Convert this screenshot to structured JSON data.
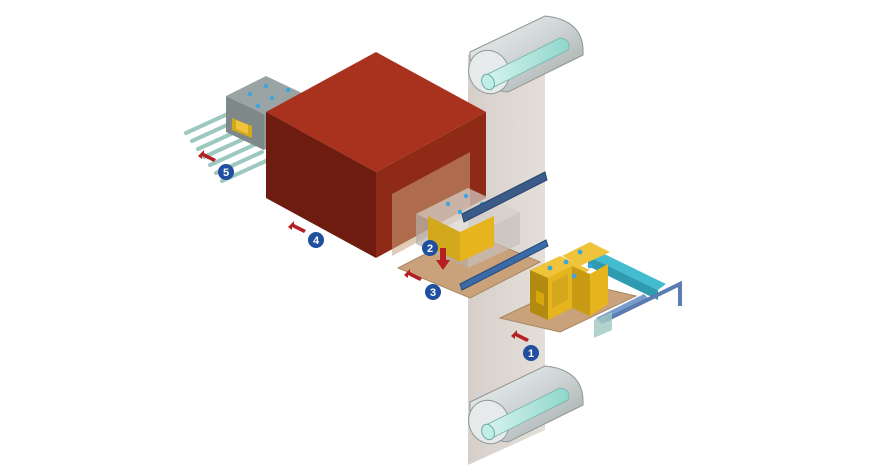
{
  "diagram": {
    "type": "packaging-process-illustration",
    "colors": {
      "tunnel_front": "#7a2112",
      "tunnel_top": "#a8321d",
      "tunnel_side": "#8c2816",
      "film": "#d4ccc6",
      "roll": "#cfd6d6",
      "roll_core": "#aee6df",
      "tray": "#c9a27c",
      "product": "#e6b41c",
      "product_dark": "#b38a10",
      "dot": "#3aa6dd",
      "bar": "#3a5a8a",
      "conveyor": "#44bcd0",
      "arrow": "#b31f22",
      "badge": "#1f4f9e"
    },
    "steps": [
      {
        "id": 1,
        "label": "1"
      },
      {
        "id": 2,
        "label": "2"
      },
      {
        "id": 3,
        "label": "3"
      },
      {
        "id": 4,
        "label": "4"
      },
      {
        "id": 5,
        "label": "5"
      }
    ]
  }
}
